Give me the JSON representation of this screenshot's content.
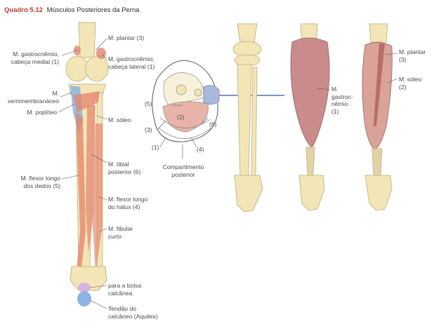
{
  "header": {
    "code": "Quadro 5.12",
    "title": "Músculos Posteriores da Perna"
  },
  "labels": {
    "gastro_medial_1": "M. gastrocnêmio,",
    "gastro_medial_2": "cabeça medial (1)",
    "semimembranaceo_1": "M.",
    "semimembranaceo_2": "semimembranáceo",
    "popliteo": "M. poplíteo",
    "flexor_dedos_1": "M. flexor longo",
    "flexor_dedos_2": "dos dedos (5)",
    "plantar": "M. plantar (3)",
    "gastro_lateral_1": "M. gastrocnêmio,",
    "gastro_lateral_2": "cabeça lateral (1)",
    "soleo": "M. sóleo",
    "tibial_post_1": "M. tibial",
    "tibial_post_2": "posterior (6)",
    "flexor_halux_1": "M. flexor longo",
    "flexor_halux_2": "do hálux (4)",
    "fibular_1": "M. fibular",
    "fibular_2": "curto",
    "bolsa_1": "para a bolsa",
    "bolsa_2": "calcânea",
    "aquiles_1": "Tendão do",
    "aquiles_2": "calcâneo (Aquiles)",
    "compartimento_1": "Compartimento",
    "compartimento_2": "posterior",
    "gastro_mid_1": "M.",
    "gastro_mid_2": "gastroc-",
    "gastro_mid_3": "nêmio",
    "gastro_mid_4": "(1)",
    "plantar_right_1": "M. plantar",
    "plantar_right_2": "(3)",
    "soleo_right_1": "M. sóleo",
    "soleo_right_2": "(2)"
  },
  "section_numbers": [
    "(5)",
    "(2)",
    "(6)",
    "(3)",
    "(1)",
    "(4)"
  ],
  "colors": {
    "header_code": "#c0392b",
    "bone": "#f2e6b6",
    "bone_outline": "#c9b98a",
    "muscle_red": "#e4836a",
    "muscle_blue": "#8db3e2",
    "bursa": "#d8b4e0",
    "gastro_muscle": "#c98b8b",
    "arrow": "#7f93c4"
  }
}
